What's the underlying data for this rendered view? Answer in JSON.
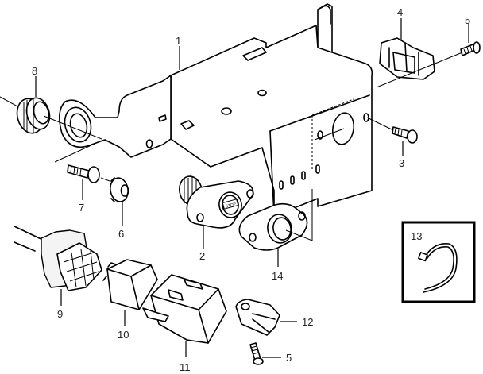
{
  "diagram": {
    "type": "exploded-parts-view",
    "callouts": [
      {
        "id": "1",
        "part": "bracket"
      },
      {
        "id": "2",
        "part": "stop-switch"
      },
      {
        "id": "3",
        "part": "screw"
      },
      {
        "id": "4",
        "part": "connector-holder"
      },
      {
        "id": "5",
        "part": "screw"
      },
      {
        "id": "6",
        "part": "grommet-washer"
      },
      {
        "id": "7",
        "part": "screw"
      },
      {
        "id": "8",
        "part": "rubber-grommet"
      },
      {
        "id": "9",
        "part": "connector-plug"
      },
      {
        "id": "10",
        "part": "relay"
      },
      {
        "id": "11",
        "part": "relay-cover"
      },
      {
        "id": "12",
        "part": "clip"
      },
      {
        "id": "5b",
        "part": "screw"
      },
      {
        "id": "13",
        "part": "cable-tie"
      },
      {
        "id": "14",
        "part": "flange-seal"
      }
    ],
    "labels": {
      "c1": "1",
      "c2": "2",
      "c3": "3",
      "c4": "4",
      "c5": "5",
      "c6": "6",
      "c7": "7",
      "c8": "8",
      "c9": "9",
      "c10": "10",
      "c11": "11",
      "c12": "12",
      "c5b": "5",
      "c13": "13",
      "c14": "14"
    },
    "stop_text": "STOP"
  }
}
